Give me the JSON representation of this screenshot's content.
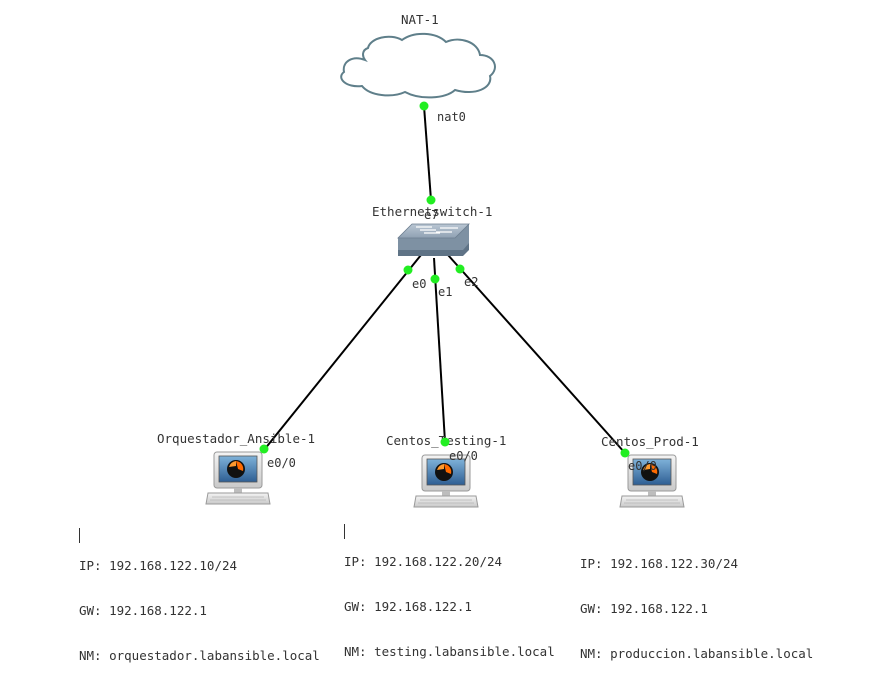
{
  "topology": {
    "nodes": {
      "nat": {
        "label": "NAT-1",
        "port": "nat0"
      },
      "switch": {
        "label": "Ethernetswitch-1",
        "ports": {
          "uplink": "e7",
          "e0": "e0",
          "e1": "e1",
          "e2": "e2"
        }
      },
      "orq": {
        "label": "Orquestador_Ansible-1",
        "port": "e0/0"
      },
      "test": {
        "label": "Centos_Testing-1",
        "port": "e0/0"
      },
      "prod": {
        "label": "Centos_Prod-1",
        "port": "e0/0"
      }
    },
    "colors": {
      "link": "#000000",
      "port_dot": "#22ee22",
      "cloud_stroke": "#5f7f8a"
    }
  },
  "notes": {
    "orq": {
      "ip": "IP: 192.168.122.10/24",
      "gw": "GW: 192.168.122.1",
      "nm": "NM: orquestador.labansible.local"
    },
    "test": {
      "ip": "IP: 192.168.122.20/24",
      "gw": "GW: 192.168.122.1",
      "nm": "NM: testing.labansible.local"
    },
    "prod": {
      "ip": "IP: 192.168.122.30/24",
      "gw": "GW: 192.168.122.1",
      "nm": "NM: produccion.labansible.local"
    }
  }
}
